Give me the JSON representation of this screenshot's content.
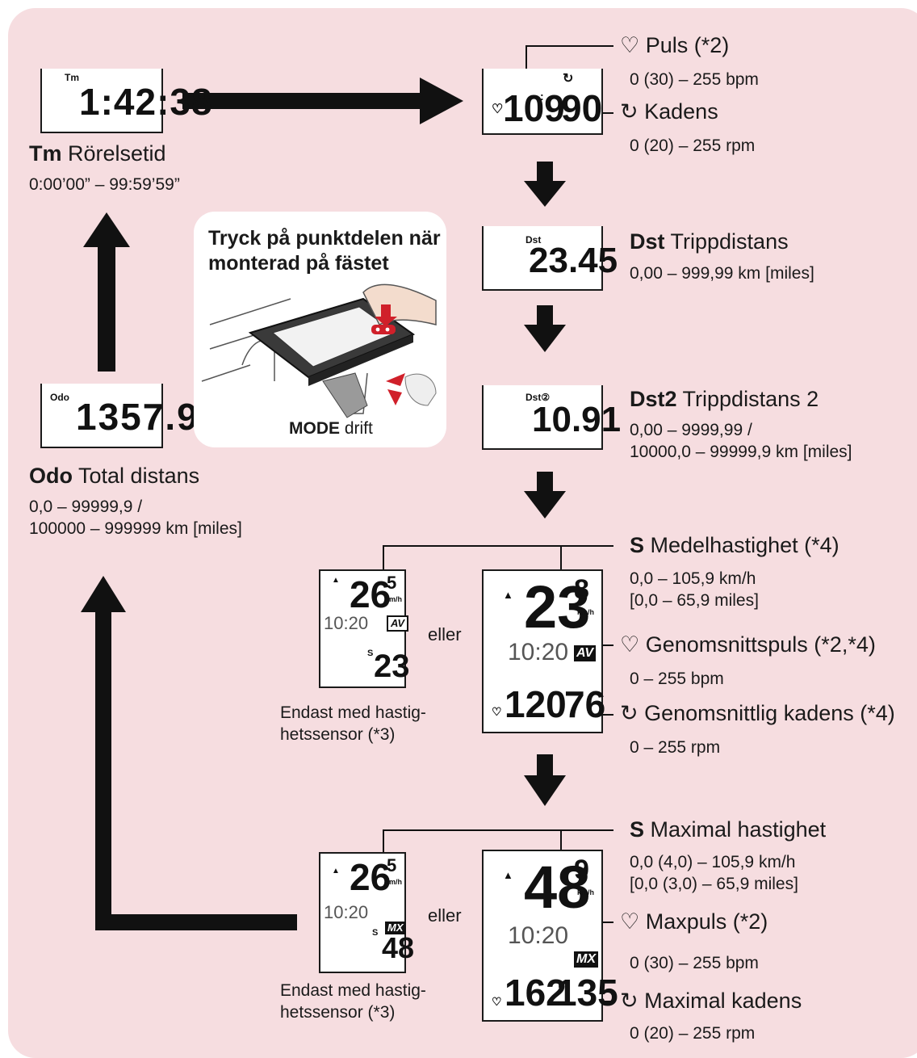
{
  "tm": {
    "tag": "Tm",
    "lcd": "1:42:38",
    "label_bold": "Tm",
    "label_text": "Rörelsetid",
    "range": "0:00’00” – 99:59’59”"
  },
  "odo": {
    "tag": "Odo",
    "lcd": "1357.9",
    "label_bold": "Odo",
    "label_text": "Total distans",
    "range_1": "0,0 – 99999,9 /",
    "range_2": "100000 – 999999 km [miles]"
  },
  "hr": {
    "lcd_hr": "109",
    "lcd_cad": "90",
    "puls_label": "Puls (*2)",
    "puls_range": "0 (30) – 255 bpm",
    "kadens_label": "Kadens",
    "kadens_range": "0 (20) – 255 rpm"
  },
  "dst": {
    "tag": "Dst",
    "lcd": "23.45",
    "label_bold": "Dst",
    "label_text": "Trippdistans",
    "range": "0,00 – 999,99 km [miles]"
  },
  "dst2": {
    "tag": "Dst②",
    "lcd": "10.91",
    "label_bold": "Dst2",
    "label_text": "Trippdistans 2",
    "range_1": "0,00 – 9999,99 /",
    "range_2": "10000,0 – 99999,9 km [miles]"
  },
  "callout": {
    "title": "Tryck på punktdelen när monterad på fästet",
    "caption_bold": "MODE",
    "caption_text": "drift"
  },
  "avg": {
    "small_speed": "26",
    "small_dec": "5",
    "small_unit": "km/h",
    "small_clock": "10:20",
    "small_badge": "AV",
    "small_s": "S",
    "small_value": "23",
    "or": "eller",
    "big_speed": "23",
    "big_dec": "8",
    "big_unit": "km/h",
    "big_clock": "10:20",
    "big_badge": "AV",
    "big_hr": "120",
    "big_cad": "76",
    "speed_bold": "S",
    "speed_label": "Medelhastighet (*4)",
    "speed_range_1": "0,0 – 105,9 km/h",
    "speed_range_2": "[0,0 – 65,9 miles]",
    "hr_label": "Genomsnittspuls (*2,*4)",
    "hr_range": "0 – 255 bpm",
    "cad_label": "Genomsnittlig kadens (*4)",
    "cad_range": "0 – 255 rpm",
    "note_1": "Endast med hastig-",
    "note_2": "hetssensor (*3)"
  },
  "max": {
    "small_speed": "26",
    "small_dec": "5",
    "small_unit": "km/h",
    "small_clock": "10:20",
    "small_badge": "MX",
    "small_s": "S",
    "small_value": "48",
    "or": "eller",
    "big_speed": "48",
    "big_dec": "9",
    "big_unit": "km/h",
    "big_clock": "10:20",
    "big_badge": "MX",
    "big_hr": "162",
    "big_cad": "135",
    "speed_bold": "S",
    "speed_label": "Maximal hastighet",
    "speed_range_1": "0,0 (4,0) – 105,9 km/h",
    "speed_range_2": "[0,0 (3,0) – 65,9 miles]",
    "hr_label": "Maxpuls (*2)",
    "hr_range": "0 (30) – 255 bpm",
    "cad_label": "Maximal kadens",
    "cad_range": "0 (20) – 255 rpm",
    "note_1": "Endast med hastig-",
    "note_2": "hetssensor (*3)"
  },
  "colors": {
    "panel": "#f6dde0",
    "ink": "#1a1a1a",
    "accent_red": "#d0202a"
  }
}
